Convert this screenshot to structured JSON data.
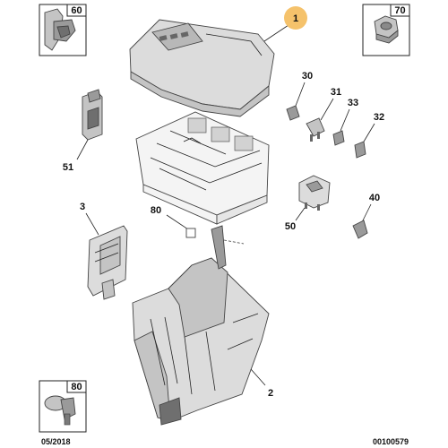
{
  "callouts": {
    "c1": "1",
    "c2": "2",
    "c3": "3",
    "c30": "30",
    "c31": "31",
    "c32": "32",
    "c33": "33",
    "c40": "40",
    "c50": "50",
    "c51": "51",
    "c80": "80"
  },
  "insets": {
    "i60": "60",
    "i70": "70",
    "i80": "80"
  },
  "footer": {
    "date": "05/2018",
    "reference": "00100579"
  },
  "colors": {
    "highlight": "#f5c26b",
    "line": "#222222",
    "part_light": "#dcdcdc",
    "part_dark": "#6f6f6f"
  }
}
